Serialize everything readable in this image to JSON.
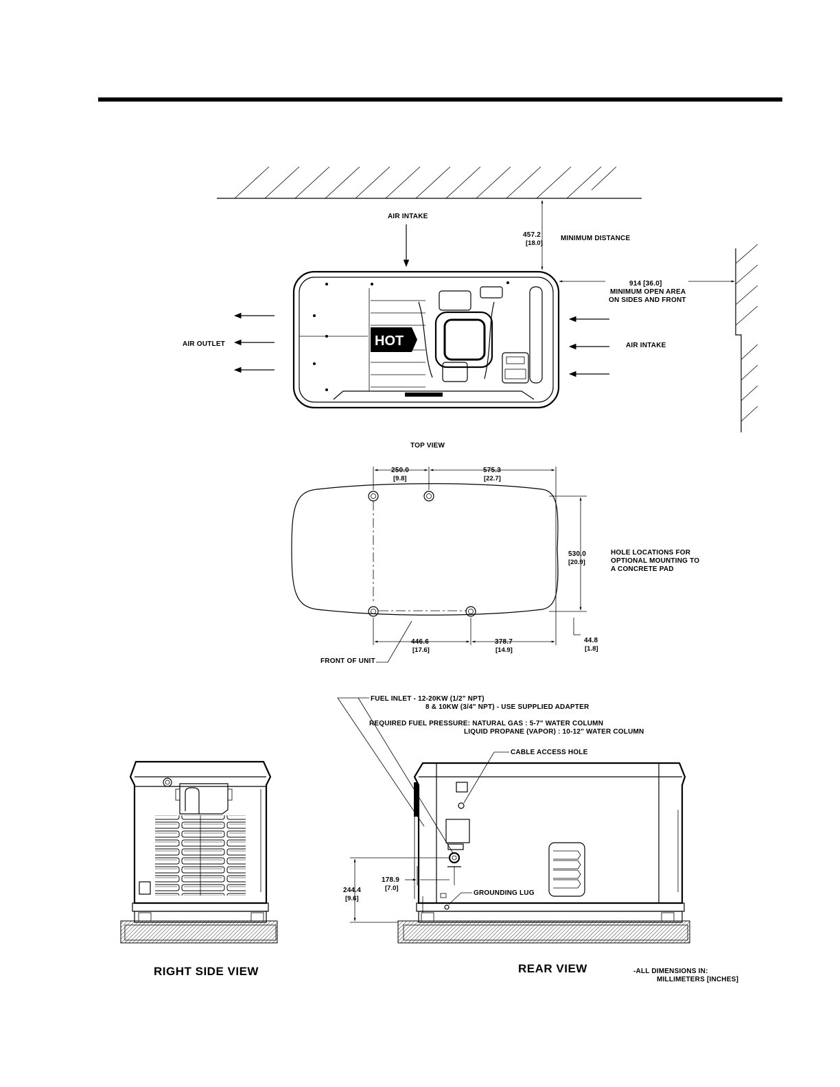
{
  "colors": {
    "ink": "#000000",
    "paper": "#ffffff"
  },
  "top_view": {
    "air_intake_top": "AIR INTAKE",
    "min_distance_mm": "457.2",
    "min_distance_in": "[18.0]",
    "min_distance_label": "MINIMUM DISTANCE",
    "open_area_dim": "914 [36.0]",
    "open_area_line1": "MINIMUM OPEN AREA",
    "open_area_line2": "ON SIDES AND FRONT",
    "air_outlet": "AIR OUTLET",
    "air_intake_side": "AIR INTAKE",
    "hot_label": "HOT",
    "title": "TOP VIEW"
  },
  "hole_view": {
    "dim_a_mm": "250.0",
    "dim_a_in": "[9.8]",
    "dim_b_mm": "575.3",
    "dim_b_in": "[22.7]",
    "dim_c_mm": "530.0",
    "dim_c_in": "[20.9]",
    "dim_d_mm": "446.6",
    "dim_d_in": "[17.6]",
    "dim_e_mm": "378.7",
    "dim_e_in": "[14.9]",
    "dim_f_mm": "44.8",
    "dim_f_in": "[1.8]",
    "note_line1": "HOLE LOCATIONS FOR",
    "note_line2": "OPTIONAL MOUNTING TO",
    "note_line3": "A CONCRETE PAD",
    "front_of_unit": "FRONT OF UNIT"
  },
  "fuel": {
    "inlet_line1": "FUEL INLET -   12-20KW (1/2\" NPT)",
    "inlet_line2": "8 & 10KW (3/4\" NPT) - USE SUPPLIED ADAPTER",
    "pressure_line1": "REQUIRED FUEL PRESSURE: NATURAL GAS : 5-7\" WATER COLUMN",
    "pressure_line2": "LIQUID PROPANE (VAPOR) : 10-12\" WATER COLUMN"
  },
  "rear_view": {
    "cable_access": "CABLE ACCESS HOLE",
    "grounding_lug": "GROUNDING LUG",
    "dim_h_mm": "178.9",
    "dim_h_in": "[7.0]",
    "dim_v_mm": "244.4",
    "dim_v_in": "[9.6]",
    "title": "REAR VIEW"
  },
  "side_view": {
    "title": "RIGHT SIDE VIEW"
  },
  "notes": {
    "units_line1": "-ALL DIMENSIONS IN:",
    "units_line2": "MILLIMETERS [INCHES]"
  }
}
